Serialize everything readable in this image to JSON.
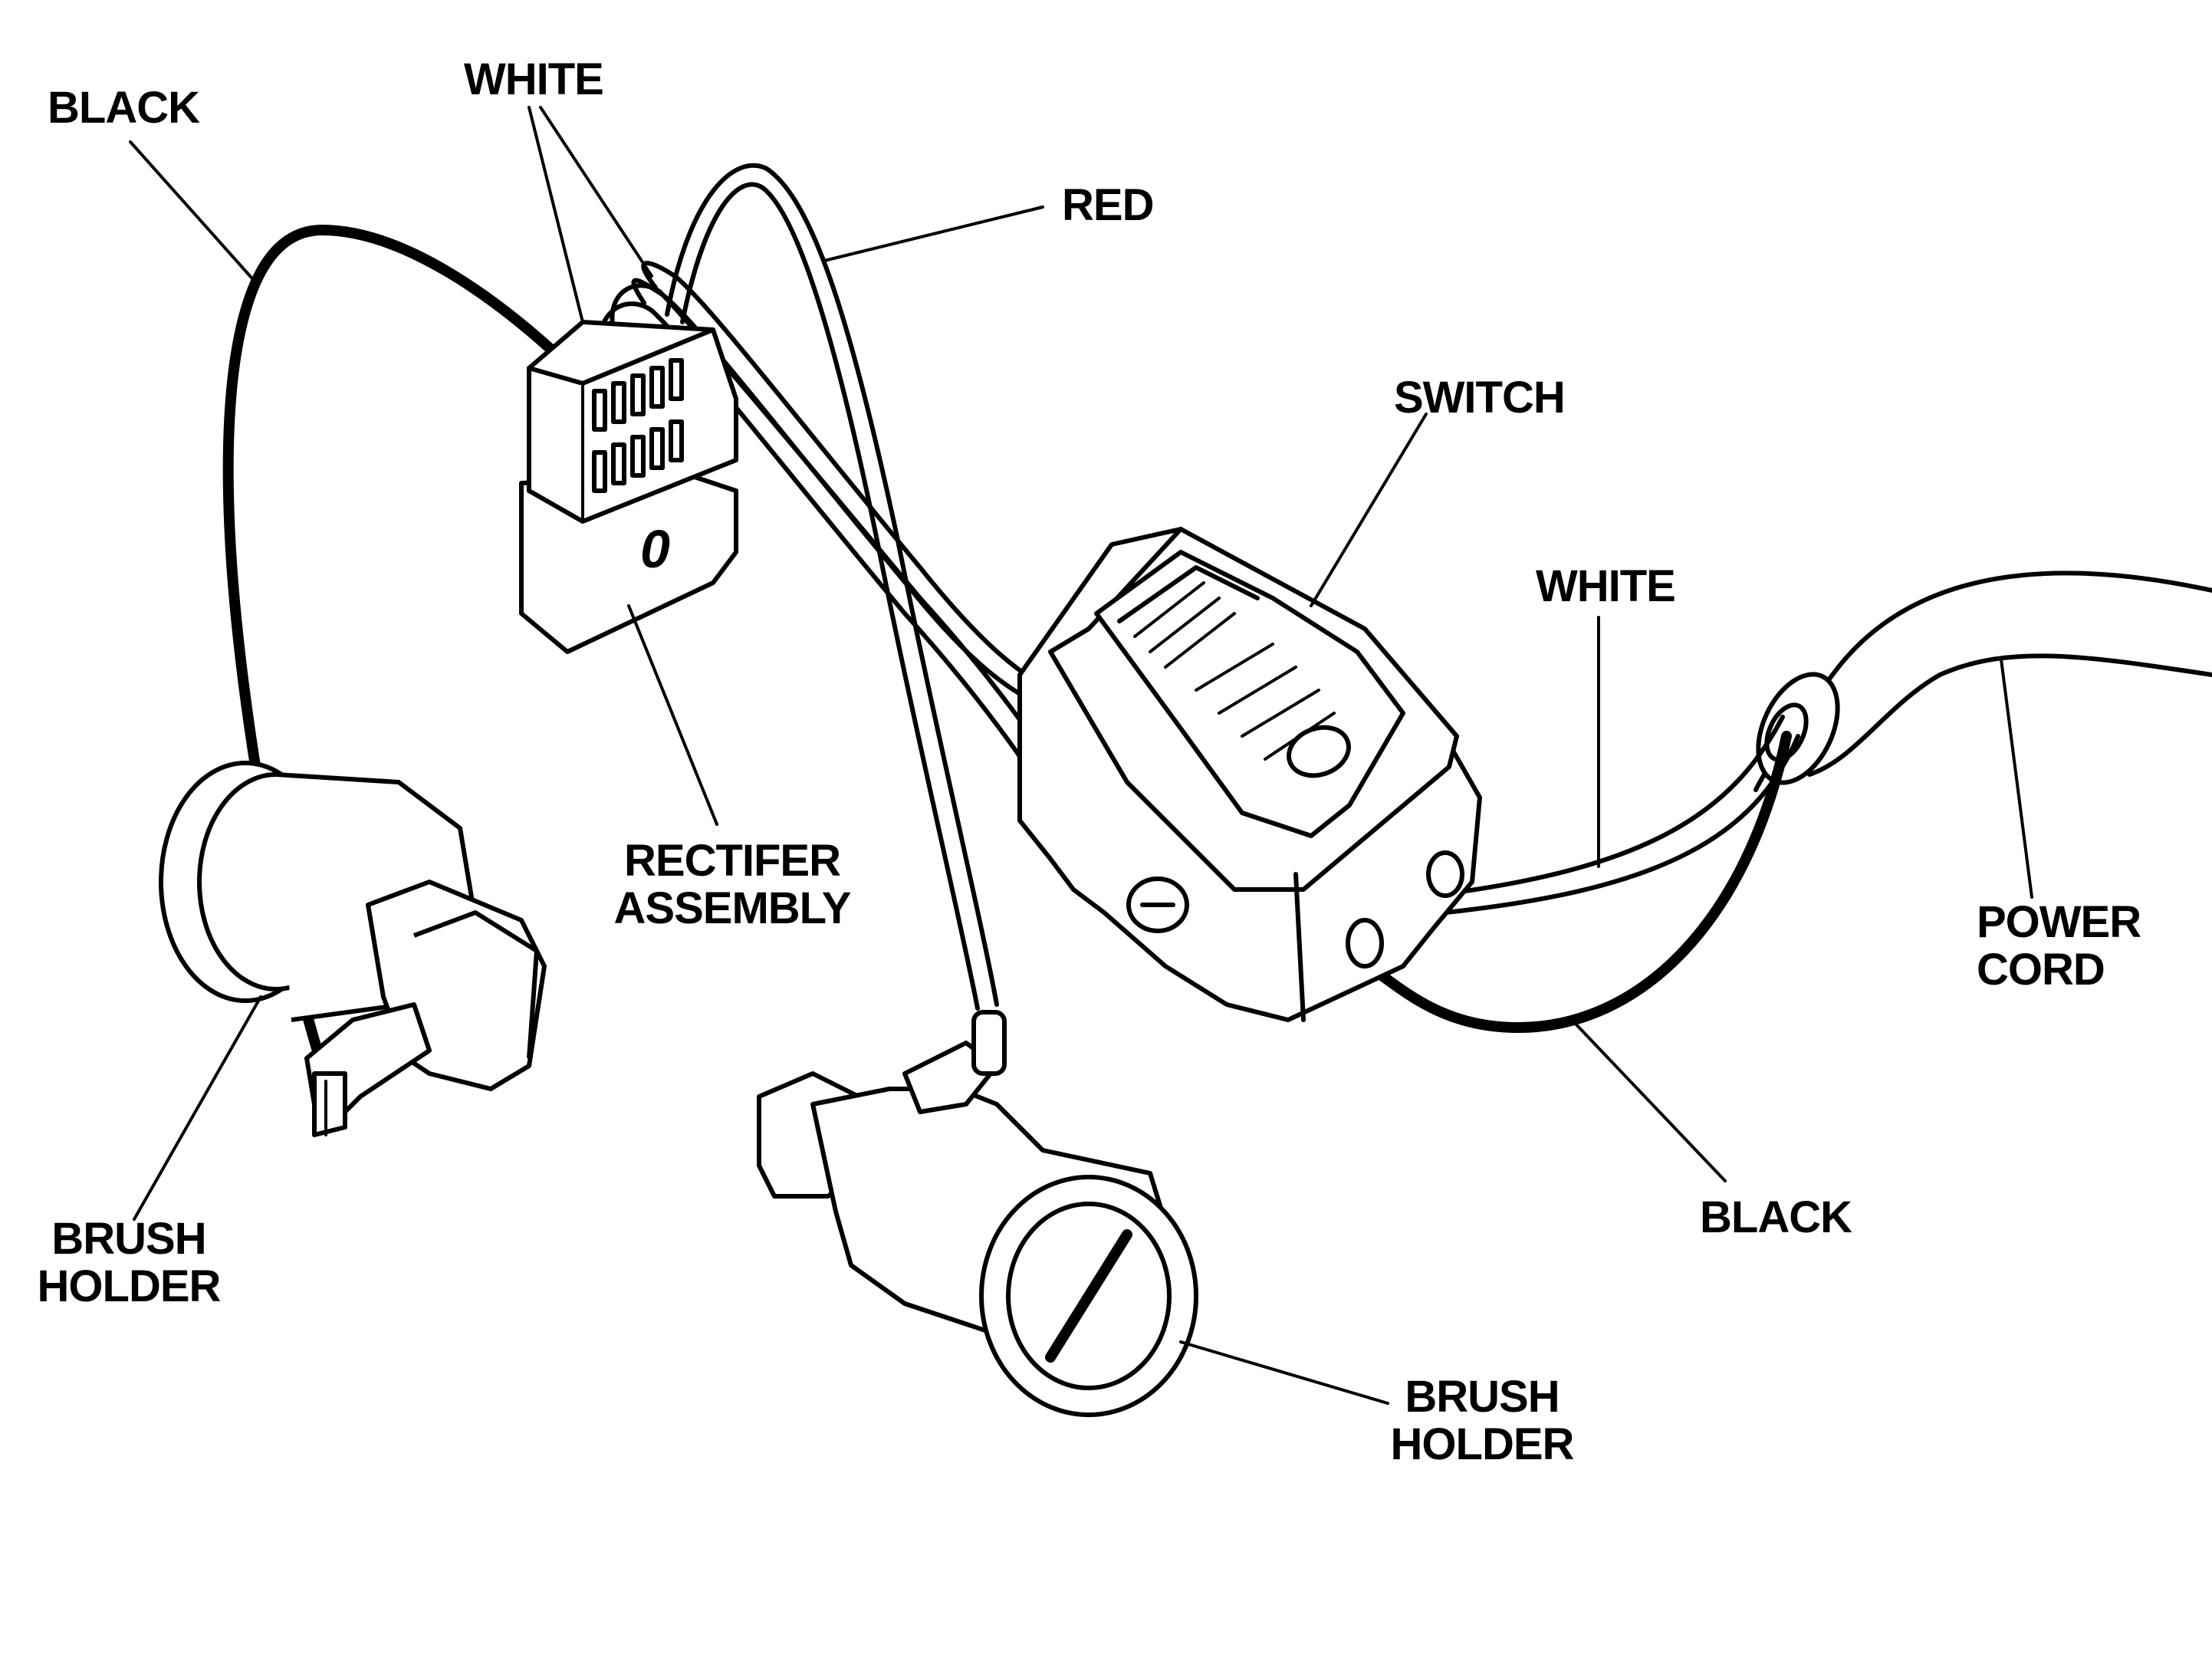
{
  "labels": {
    "black_top": "BLACK",
    "white_top": "WHITE",
    "red": "RED",
    "switch": "SWITCH",
    "white_right": "WHITE",
    "power_cord_line1": "POWER",
    "power_cord_line2": "CORD",
    "rectifier_line1": "RECTIFER",
    "rectifier_line2": "ASSEMBLY",
    "brush_holder_left_line1": "BRUSH",
    "brush_holder_left_line2": "HOLDER",
    "black_bottom": "BLACK",
    "brush_holder_right_line1": "BRUSH",
    "brush_holder_right_line2": "HOLDER",
    "rectifier_mark": "0"
  }
}
